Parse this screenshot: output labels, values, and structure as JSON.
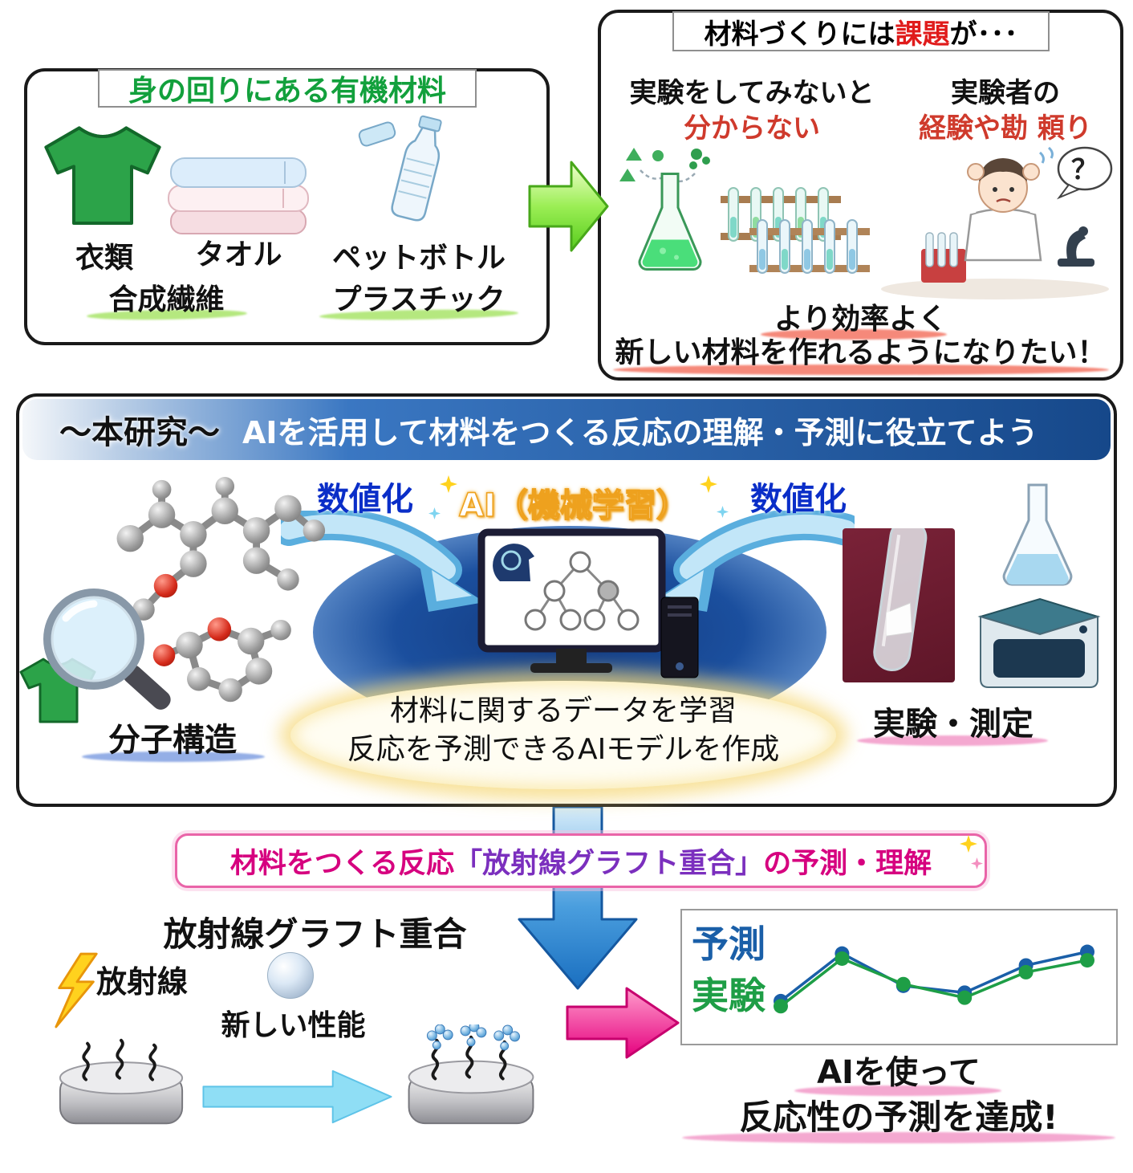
{
  "top_left": {
    "title": "身の回りにある有機材料",
    "item1_label": "衣類",
    "item2_label": "タオル",
    "item3_label": "ペットボトル",
    "sub1": "合成繊維",
    "sub2": "プラスチック"
  },
  "top_right": {
    "title_pre": "材料づくりには",
    "title_highlight": "課題",
    "title_post": "が･･･",
    "issue1_line1": "実験をしてみないと",
    "issue1_line2": "分からない",
    "issue2_line1": "実験者の",
    "issue2_line2": "経験や勘 頼り",
    "question_mark": "？",
    "goal_line1": "より効率よく",
    "goal_line2": "新しい材料を作れるようになりたい！"
  },
  "main": {
    "header_label": "～本研究～",
    "header_title": "AIを活用して材料をつくる反応の理解・予測に役立てよう",
    "quantify_left": "数値化",
    "quantify_right": "数値化",
    "ai_label": "AI（機械学習）",
    "molecule_caption": "分子構造",
    "experiment_caption": "実験・測定",
    "model_line1": "材料に関するデータを学習",
    "model_line2": "反応を予測できるAIモデルを作成"
  },
  "banner": {
    "pre": "材料をつくる反応",
    "bracket": "「放射線グラフト重合」",
    "post": "の予測・理解"
  },
  "bottom_left": {
    "title": "放射線グラフト重合",
    "radiation": "放射線",
    "new_property": "新しい性能"
  },
  "bottom_right": {
    "result_line1": "AIを使って",
    "result_line2": "反応性の予測を達成!"
  },
  "chart_data": {
    "type": "line",
    "x": [
      0,
      1,
      2,
      3,
      4,
      5
    ],
    "series": [
      {
        "name": "予測",
        "color": "#1a5fa8",
        "values": [
          1.8,
          4.6,
          2.7,
          2.3,
          3.9,
          4.7
        ]
      },
      {
        "name": "実験",
        "color": "#1e9e46",
        "values": [
          1.5,
          4.3,
          2.8,
          2.0,
          3.5,
          4.2
        ]
      }
    ],
    "ylim": [
      0,
      6
    ],
    "legend_position": "left",
    "grid": false,
    "title": "",
    "xlabel": "",
    "ylabel": ""
  },
  "colors": {
    "title_green": "#12a03c",
    "alert_red": "#cf3a2c",
    "header_blue": "#16488a",
    "quantify_blue": "#0a2ec8",
    "banner_pink": "#d6007f",
    "banner_purple": "#7b2fbe",
    "prediction_blue": "#1a5fa8",
    "experiment_green": "#1e9e46"
  }
}
